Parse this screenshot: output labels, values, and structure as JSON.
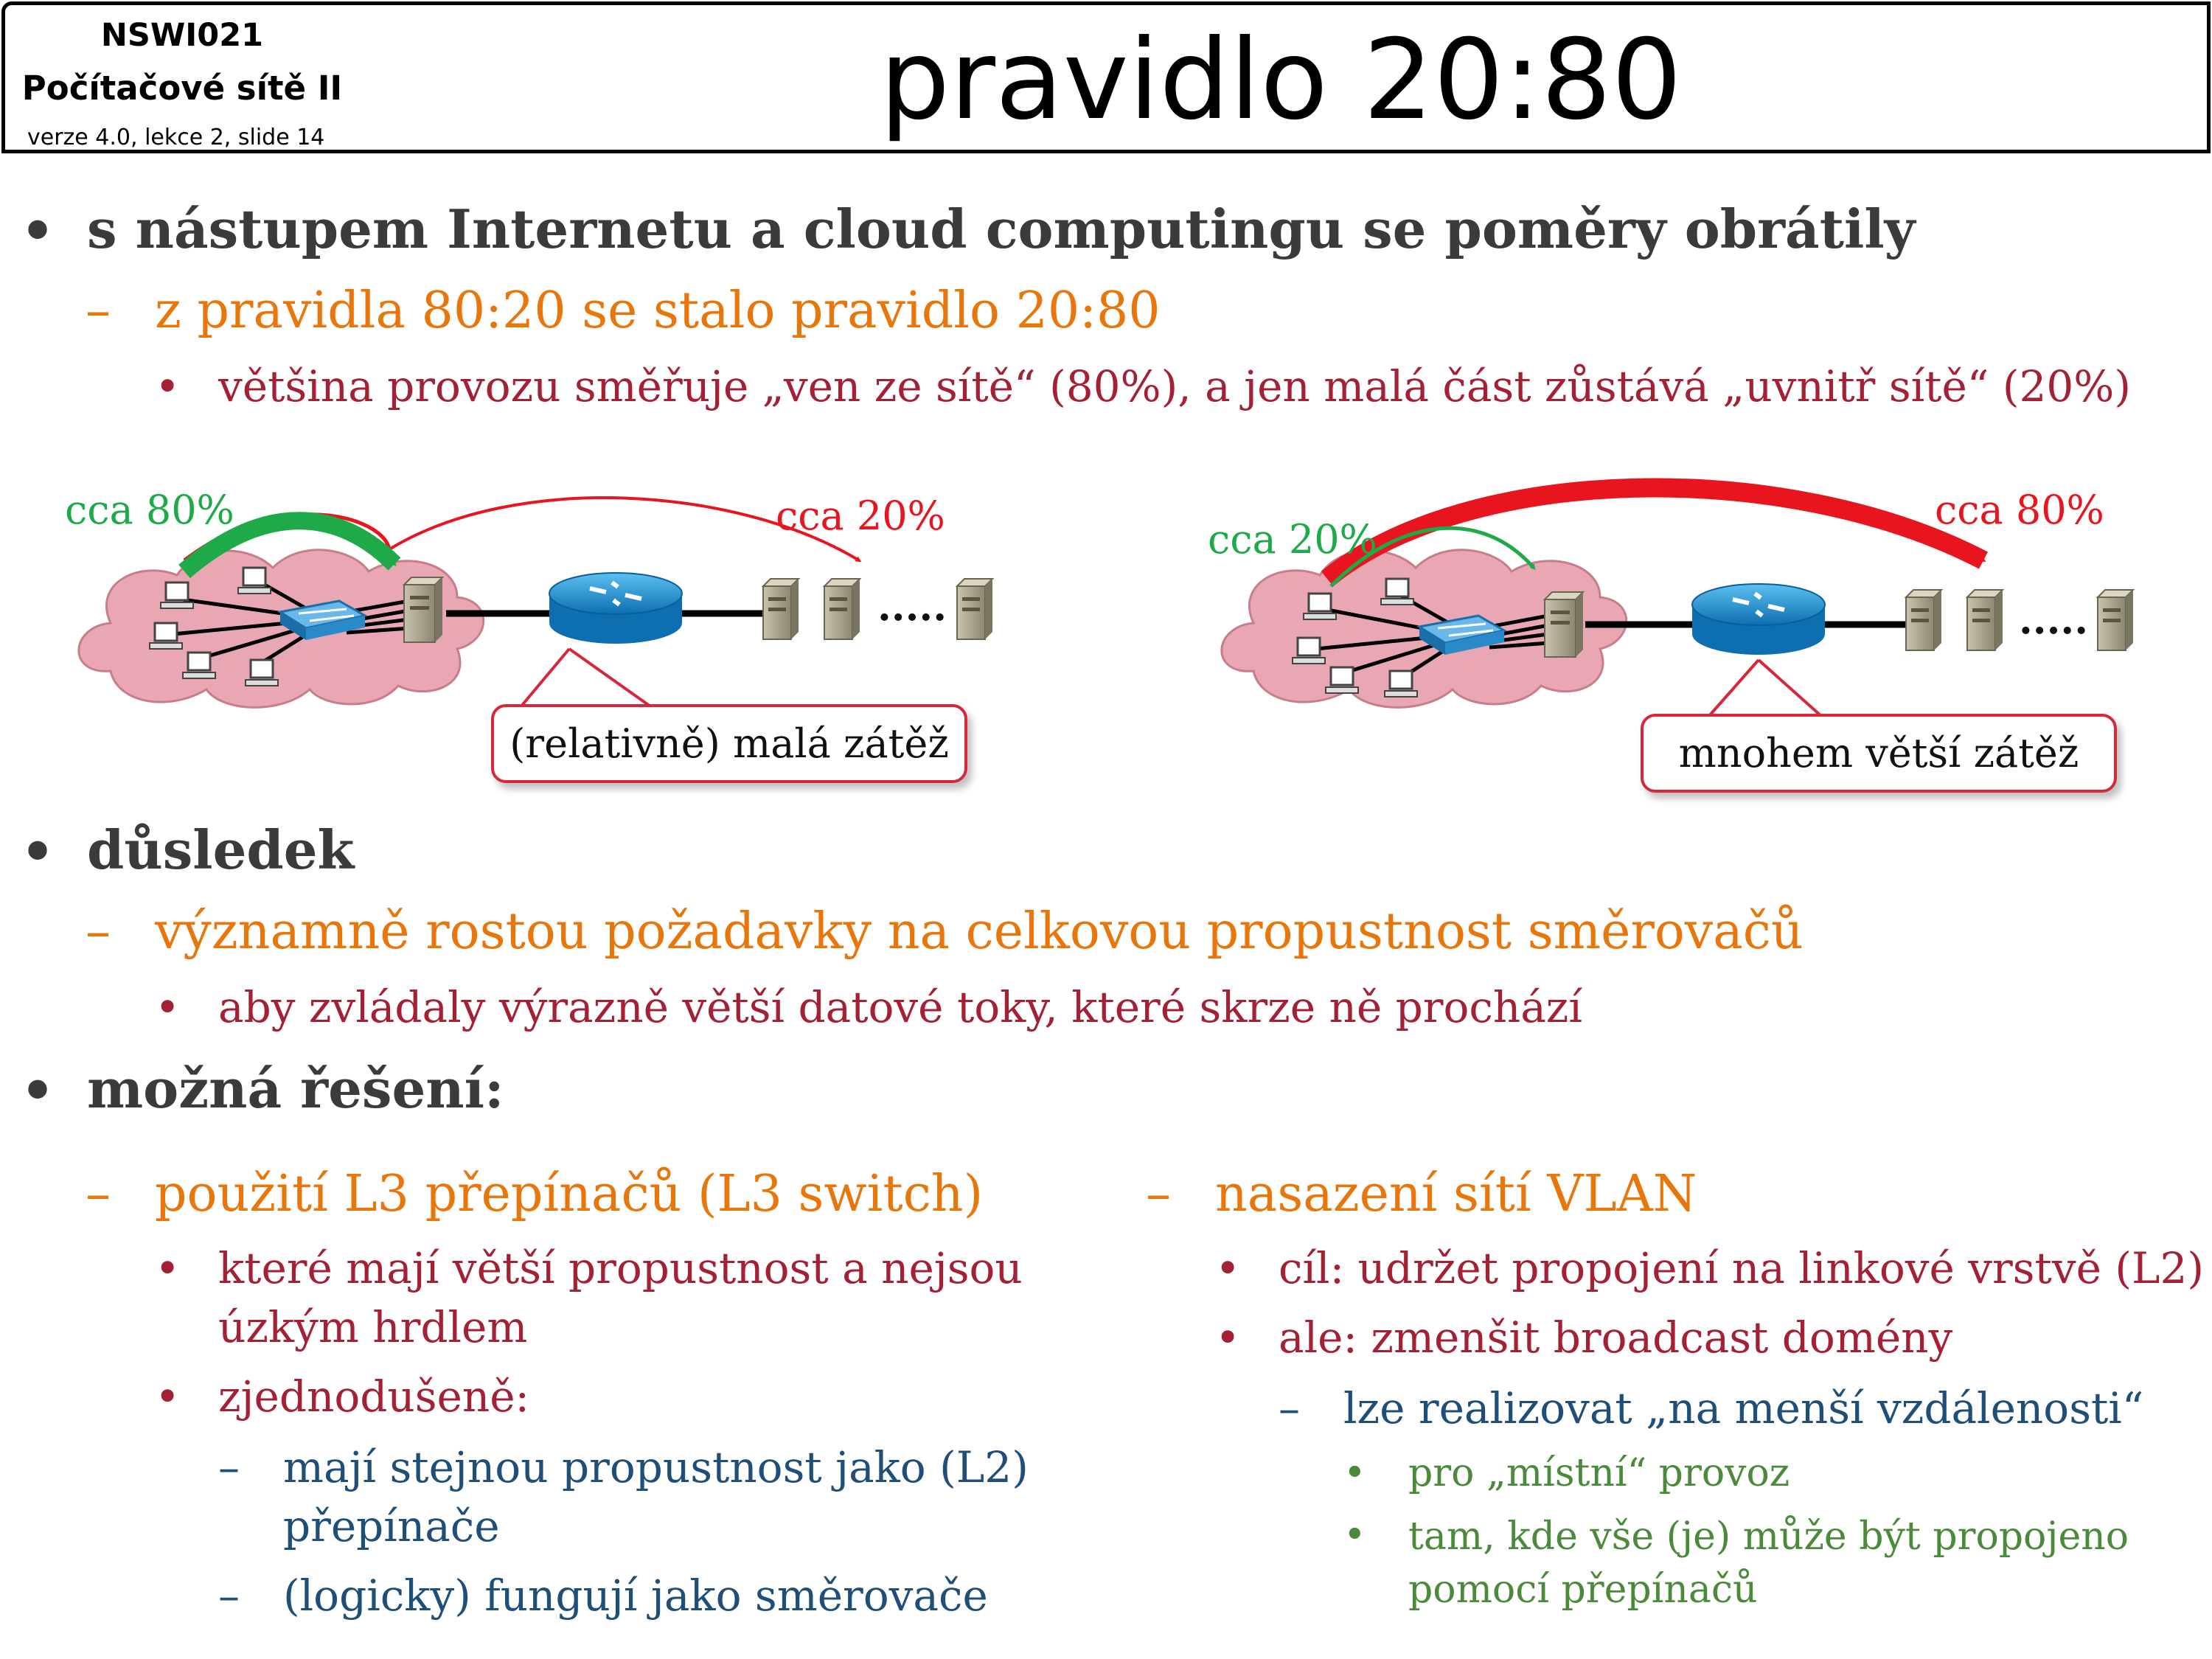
{
  "header": {
    "course_code": "NSWI021",
    "course_name": "Počítačové sítě II",
    "version": "verze 4.0, lekce  2, slide 14",
    "title": "pravidlo 20:80"
  },
  "bullets": {
    "b1": "s nástupem Internetu a cloud computingu se poměry obrátily",
    "b1_1": "z pravidla 80:20 se stalo pravidlo 20:80",
    "b1_1_1": "většina provozu směřuje „ven ze sítě“ (80%),  a jen malá část zůstává „uvnitř sítě“ (20%)",
    "b2": "důsledek",
    "b2_1": "významně rostou požadavky na celkovou propustnost směrovačů",
    "b2_1_1": "aby zvládaly výrazně větší datové toky, které skrze ně prochází",
    "b3": "možná řešení:"
  },
  "markers": {
    "bullet": "•",
    "dash": "–"
  },
  "left_col": {
    "head": "použití L3 přepínačů (L3 switch)",
    "sub1": "které mají větší propustnost a nejsou úzkým hrdlem",
    "sub2": "zjednodušeně:",
    "sub2_a": "mají stejnou propustnost jako (L2) přepínače",
    "sub2_b": "(logicky) fungují jako směrovače"
  },
  "right_col": {
    "head": "nasazení sítí VLAN",
    "sub1": "cíl: udržet propojení na linkové vrstvě (L2)",
    "sub2": "ale: zmenšit broadcast domény",
    "sub2_a": "lze realizovat „na menší vzdálenosti“",
    "sub2_a_1": "pro „místní“ provoz",
    "sub2_a_2": "tam, kde vše (je) může být propojeno pomocí přepínačů"
  },
  "diagram_left": {
    "label_inner": "cca 80%",
    "label_outer": "cca 20%",
    "dots": ".....",
    "callout": "(relativně) malá zátěž"
  },
  "diagram_right": {
    "label_inner": "cca 20%",
    "label_outer": "cca 80%",
    "dots": ".....",
    "callout": "mnohem větší zátěž"
  },
  "colors": {
    "level1": "#3b3b3b",
    "level2": "#e8760a",
    "level3": "#a42035",
    "level4": "#1f4e79",
    "level5": "#4a8a3a",
    "arrow_green": "#1faa4a",
    "arrow_red": "#e8141e",
    "cloud": "#e9a7b3",
    "router": "#1a8fd0"
  },
  "icons": [
    "cloud-icon",
    "pc-icon",
    "switch-icon",
    "router-icon",
    "server-icon",
    "arrow-icon"
  ]
}
